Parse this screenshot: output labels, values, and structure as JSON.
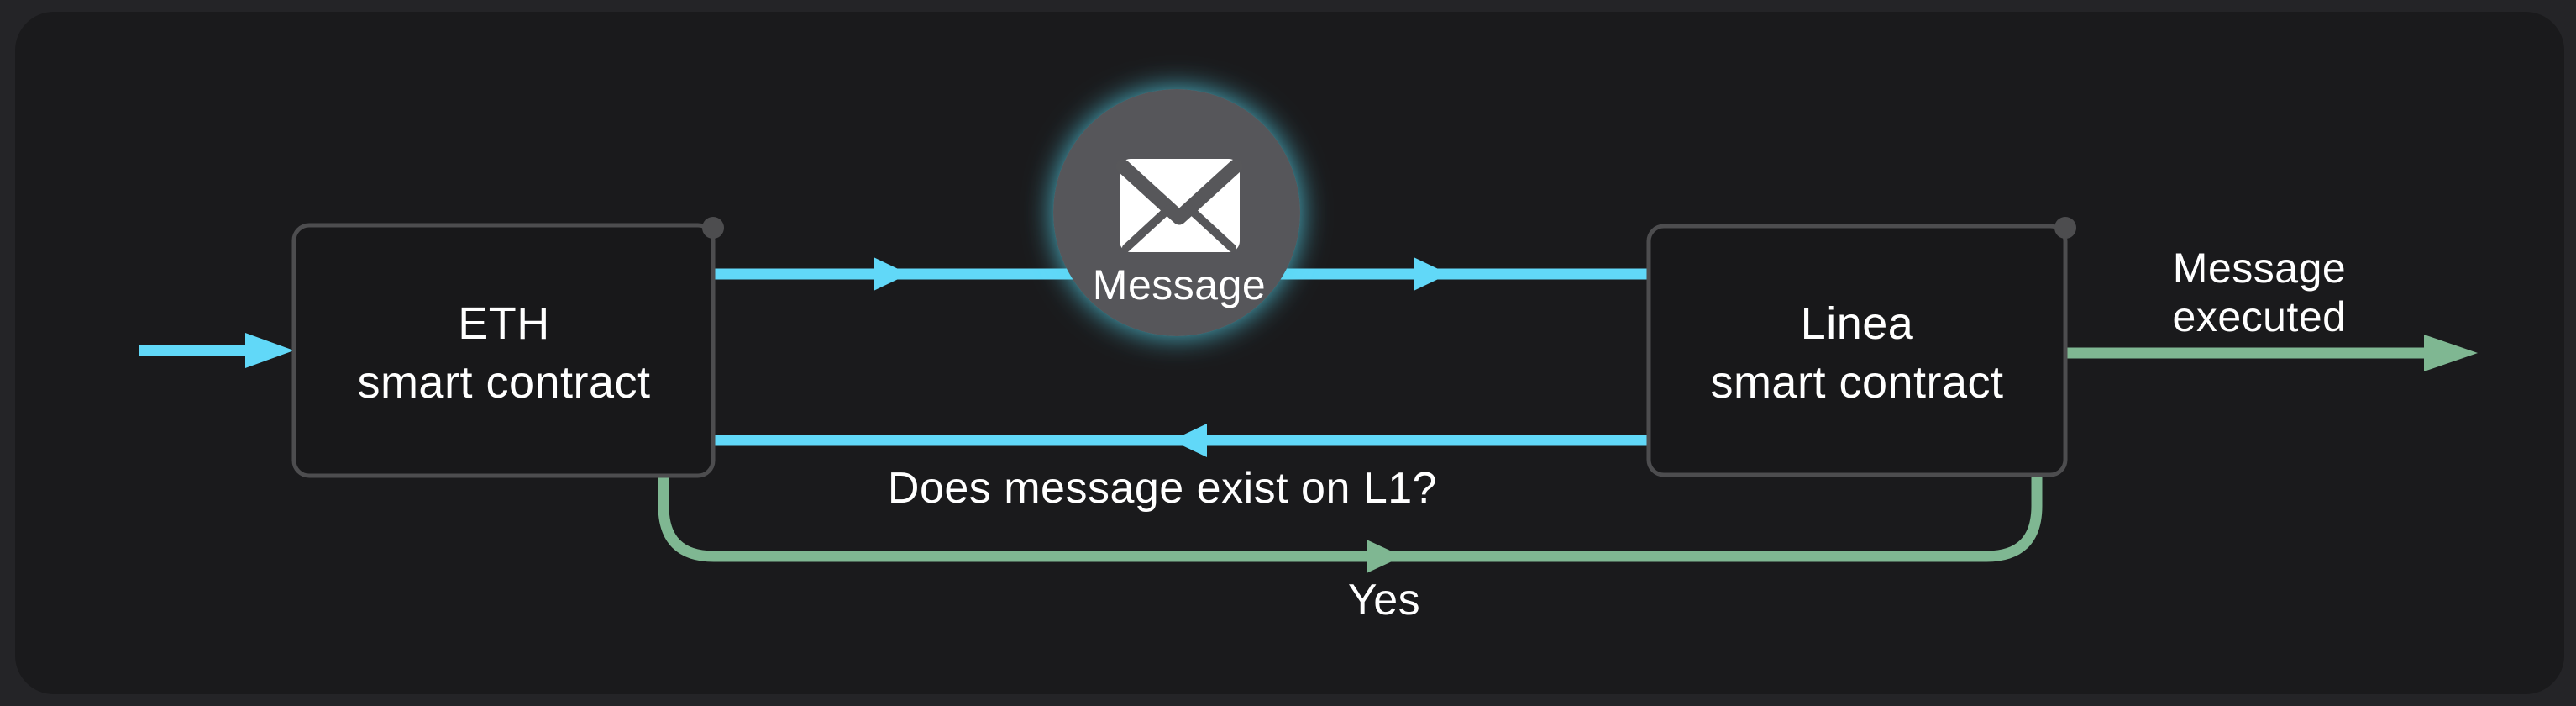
{
  "colors": {
    "background_outer": "#242427",
    "background_panel": "#1a1a1c",
    "box_fill": "#18181a",
    "box_border": "#4d4d4f",
    "anchor_dot": "#4d4d4f",
    "arrow_blue": "#61d8f8",
    "arrow_green": "#7fb792",
    "connector_teal": "#3d8194",
    "connector_green": "#5d8f72",
    "node_circle": "#57575a",
    "glow_cyan": "#54d8f0",
    "text": "#ffffff"
  },
  "nodes": {
    "eth_box": {
      "line1": "ETH",
      "line2": "smart contract"
    },
    "linea_box": {
      "line1": "Linea",
      "line2": "smart contract"
    },
    "message_node": {
      "label": "Message",
      "icon": "envelope-icon"
    }
  },
  "edge_labels": {
    "question": "Does message exist on L1?",
    "yes": "Yes",
    "executed_line1": "Message",
    "executed_line2": "executed"
  }
}
